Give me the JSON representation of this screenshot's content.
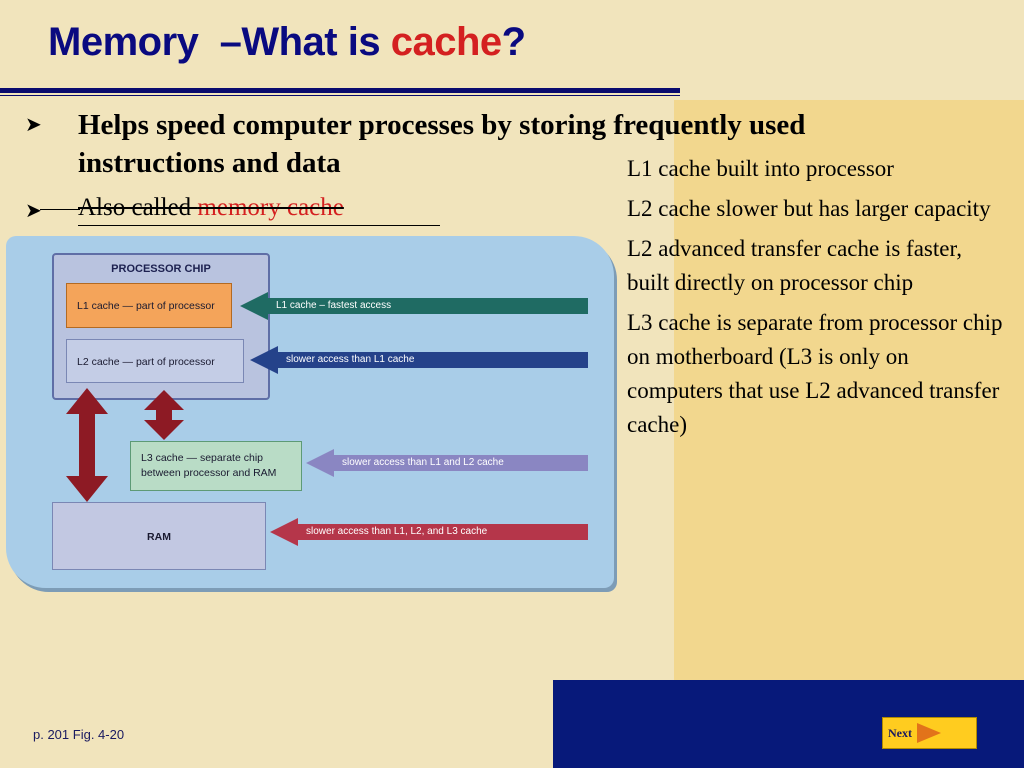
{
  "title": {
    "prefix": "Memory  –What is ",
    "accent": "cache",
    "suffix": "?"
  },
  "bullets": [
    {
      "icon": "arrow-bullet-icon",
      "text": "Helps speed computer processes by storing frequently used instructions and data"
    },
    {
      "icon": "arrow-bullet-icon",
      "text": "Also called ",
      "accent": "memory cache"
    }
  ],
  "side_notes": [
    "L1 cache built into processor",
    "L2 cache slower but has larger capacity",
    "L2 advanced transfer cache is faster, built directly on processor chip",
    "L3 cache is separate from processor      chip on motherboard (L3 is only on computers that use L2 advanced transfer cache)"
  ],
  "figure": {
    "chip_label": "PROCESSOR CHIP",
    "l1": "L1 cache — part of processor",
    "l2": "L2 cache — part of processor",
    "l3_line1": "L3 cache — separate chip",
    "l3_line2": "between processor and RAM",
    "ram": "RAM",
    "arrows": [
      "L1 cache – fastest access",
      "slower access than L1 cache",
      "slower access than L1 and L2 cache",
      "slower access than L1, L2, and L3 cache"
    ],
    "colors": {
      "l1_arrow": "#1f6b63",
      "l2_arrow": "#25428a",
      "l3_arrow": "#8a86c2",
      "ram_arrow": "#b5364a",
      "vertical_arrow": "#8d1a24"
    }
  },
  "caption": "p. 201 Fig. 4-20",
  "next_button": {
    "label": "Next",
    "icon": "play-arrow-icon"
  }
}
